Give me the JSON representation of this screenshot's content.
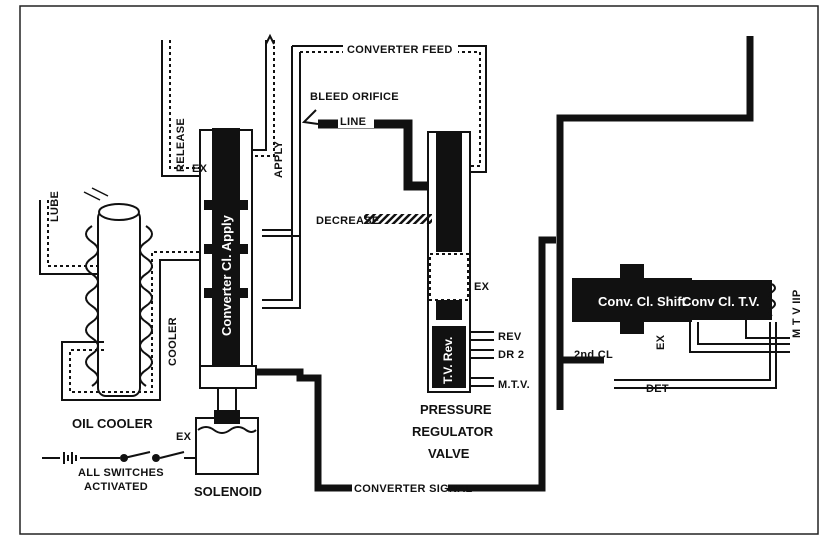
{
  "labels": {
    "converter_feed": "CONVERTER FEED",
    "bleed_orifice": "BLEED ORIFICE",
    "line": "LINE",
    "release": "RELEASE",
    "apply": "APPLY",
    "ex": "EX",
    "lube": "LUBE",
    "decrease": "DECREASE",
    "cooler": "COOLER",
    "rev": "REV",
    "dr2": "DR 2",
    "mtv": "M.T.V.",
    "second_cl": "2nd CL",
    "det": "DET",
    "mtv_iip": "M T V IIP",
    "oil_cooler": "OIL COOLER",
    "all_switches": "ALL SWITCHES",
    "activated": "ACTIVATED",
    "solenoid": "SOLENOID",
    "pressure": "PRESSURE",
    "regulator": "REGULATOR",
    "valve": "VALVE",
    "converter_signal": "CONVERTER SIGNAL"
  },
  "valves": {
    "converter_cl_apply": "Converter Cl. Apply",
    "tv_rev": "T.V. Rev.",
    "conv_cl_shift": "Conv. Cl. Shift",
    "conv_cl_tv": "Conv Cl. T.V."
  }
}
